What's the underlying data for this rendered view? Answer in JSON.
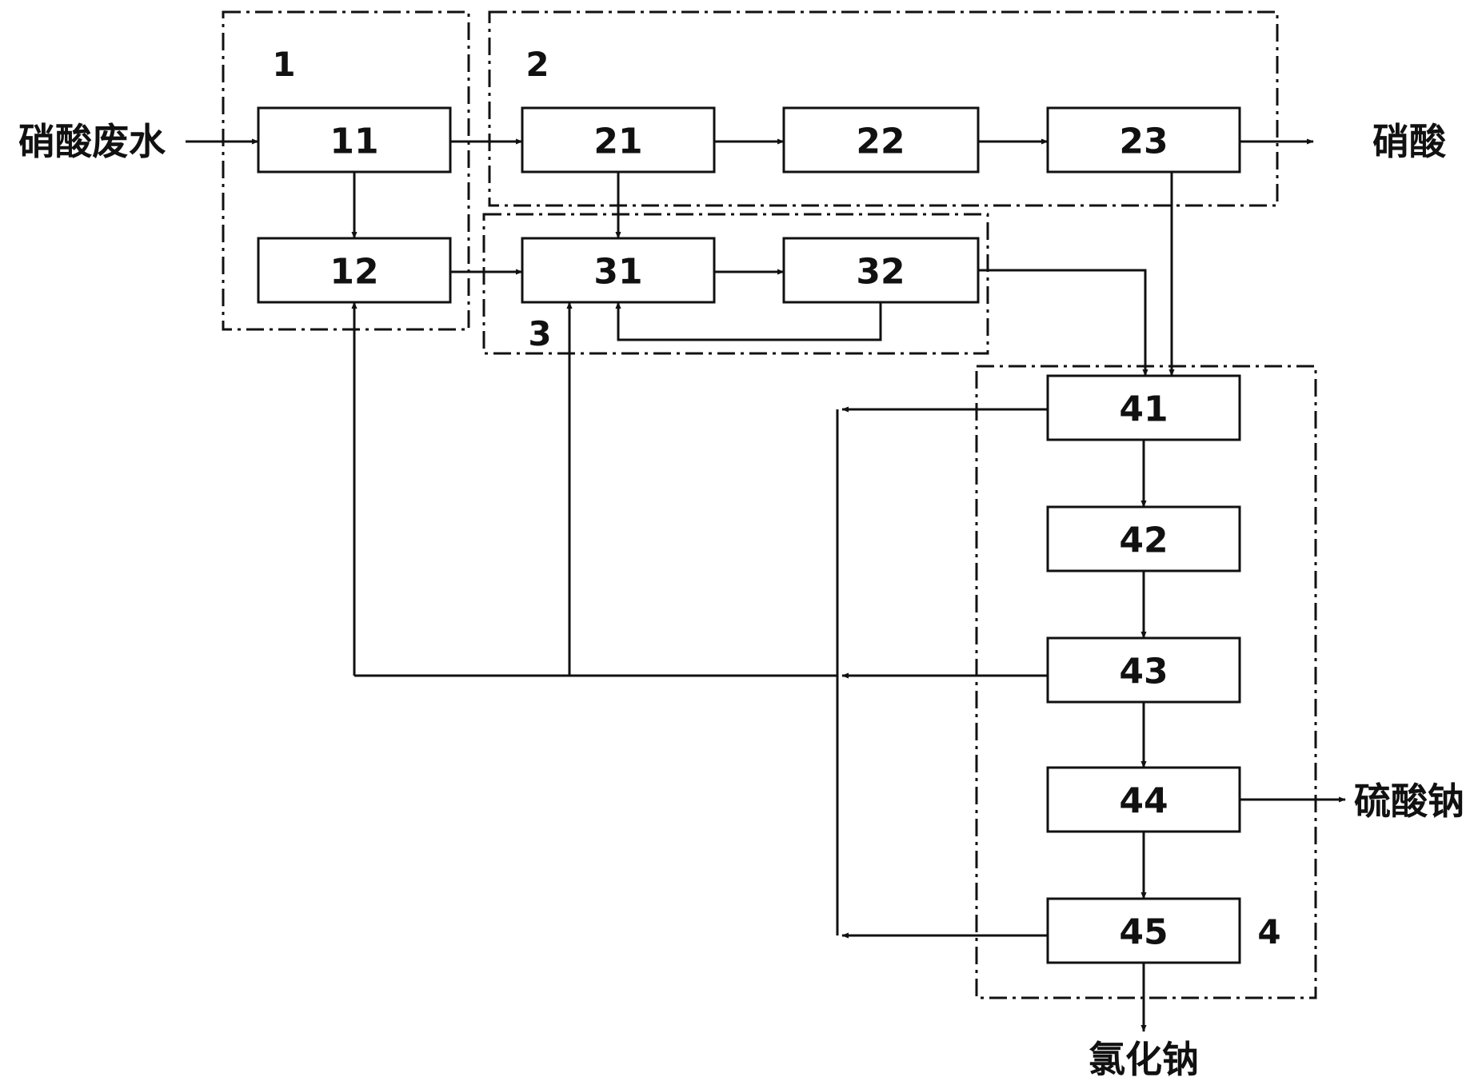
{
  "diagram": {
    "groups": [
      {
        "id": "g1",
        "number": "1"
      },
      {
        "id": "g2",
        "number": "2"
      },
      {
        "id": "g3",
        "number": "3"
      },
      {
        "id": "g4",
        "number": "4"
      }
    ],
    "units": [
      {
        "id": "u11",
        "label": "11"
      },
      {
        "id": "u12",
        "label": "12"
      },
      {
        "id": "u21",
        "label": "21"
      },
      {
        "id": "u22",
        "label": "22"
      },
      {
        "id": "u23",
        "label": "23"
      },
      {
        "id": "u31",
        "label": "31"
      },
      {
        "id": "u32",
        "label": "32"
      },
      {
        "id": "u41",
        "label": "41"
      },
      {
        "id": "u42",
        "label": "42"
      },
      {
        "id": "u43",
        "label": "43"
      },
      {
        "id": "u44",
        "label": "44"
      },
      {
        "id": "u45",
        "label": "45"
      }
    ],
    "inputs": {
      "wastewater": "硝酸废水"
    },
    "outputs": {
      "nitric_acid": "硝酸",
      "sodium_sulfate": "硫酸钠",
      "sodium_chloride": "氯化钠"
    },
    "connections": [
      {
        "from": "wastewater",
        "to": "u11"
      },
      {
        "from": "u11",
        "to": "u21"
      },
      {
        "from": "u11",
        "to": "u12"
      },
      {
        "from": "u21",
        "to": "u22"
      },
      {
        "from": "u22",
        "to": "u23"
      },
      {
        "from": "u23",
        "to": "nitric_acid"
      },
      {
        "from": "u21",
        "to": "u31"
      },
      {
        "from": "u12",
        "to": "u31"
      },
      {
        "from": "u31",
        "to": "u32"
      },
      {
        "from": "u32",
        "to": "u31"
      },
      {
        "from": "u32",
        "to": "u41"
      },
      {
        "from": "u23",
        "to": "u41"
      },
      {
        "from": "u41",
        "to": "u42"
      },
      {
        "from": "u42",
        "to": "u43"
      },
      {
        "from": "u43",
        "to": "u44"
      },
      {
        "from": "u44",
        "to": "u45"
      },
      {
        "from": "u44",
        "to": "sodium_sulfate"
      },
      {
        "from": "u45",
        "to": "sodium_chloride"
      },
      {
        "from": "u41",
        "to": "recycle-line"
      },
      {
        "from": "u43",
        "to": "recycle-line"
      },
      {
        "from": "u45",
        "to": "recycle-line"
      },
      {
        "from": "recycle-line",
        "to": "u12"
      },
      {
        "from": "recycle-line",
        "to": "u31"
      }
    ]
  }
}
